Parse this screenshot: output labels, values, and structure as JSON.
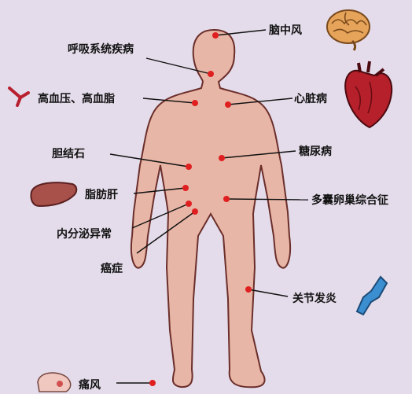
{
  "colors": {
    "background": "#e4dcea",
    "body_fill": "#e8b6a6",
    "body_stroke": "#6b2e2a",
    "point": "#e02020",
    "line": "#111111"
  },
  "labels": {
    "stroke": "脑中风",
    "respiratory": "呼吸系统疾病",
    "hypertension": "高血压、高血脂",
    "heart": "心脏病",
    "gallstone": "胆结石",
    "diabetes": "糖尿病",
    "fatty_liver": "脂肪肝",
    "pcos": "多囊卵巢综合征",
    "endocrine": "内分泌异常",
    "cancer": "癌症",
    "arthritis": "关节发炎",
    "gout": "痛风"
  },
  "icons": {
    "brain": "brain-icon",
    "heart": "heart-icon",
    "blood_vessel": "blood-vessel-icon",
    "liver": "liver-icon",
    "joint": "knee-joint-icon",
    "foot": "foot-icon"
  }
}
